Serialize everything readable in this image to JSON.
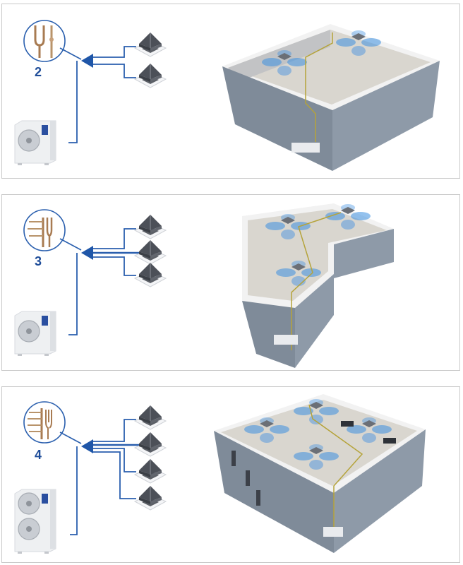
{
  "colors": {
    "pipe_blue": "#2a5fae",
    "arrow_blue": "#1f56a8",
    "label_blue": "#1f4d99",
    "panel_border": "#c9c9c9",
    "wall_top": "#f2f2f2",
    "wall_side": "#8e9aa8",
    "floor": "#d9d6cf",
    "airflow": "#3d8fe0",
    "refrigerant_line": "#b5a33a"
  },
  "configurations": [
    {
      "branch_count": "2",
      "indoor_units": 2,
      "outdoor_fans": 1,
      "joint_icon": "y-branch-joint-icon",
      "building_shape": "rectangle"
    },
    {
      "branch_count": "3",
      "indoor_units": 3,
      "outdoor_fans": 1,
      "joint_icon": "3-way-header-icon",
      "building_shape": "l-shape"
    },
    {
      "branch_count": "4",
      "indoor_units": 4,
      "outdoor_fans": 2,
      "joint_icon": "4-way-header-icon",
      "building_shape": "square"
    }
  ]
}
